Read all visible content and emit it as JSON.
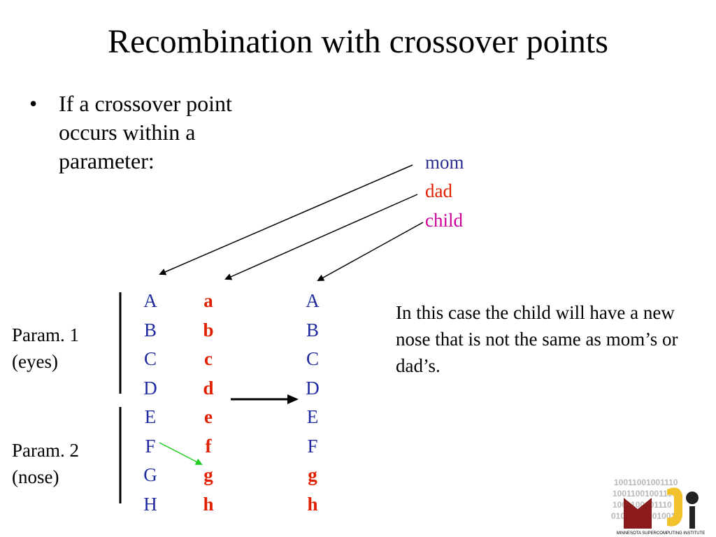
{
  "slide": {
    "title": "Recombination with crossover points",
    "bullet_symbol": "•",
    "bullet": "If a crossover point occurs within a parameter:"
  },
  "legend": {
    "mom": "mom",
    "dad": "dad",
    "child": "child"
  },
  "params": [
    {
      "name": "Param. 1",
      "sub": "(eyes)"
    },
    {
      "name": "Param. 2",
      "sub": "(nose)"
    }
  ],
  "genes": {
    "mom": [
      "A",
      "B",
      "C",
      "D",
      "E",
      "F",
      "G",
      "H"
    ],
    "dad": [
      "a",
      "b",
      "c",
      "d",
      "e",
      "f",
      "g",
      "h"
    ],
    "child": [
      "A",
      "B",
      "C",
      "D",
      "E",
      "F",
      "g",
      "h"
    ]
  },
  "note": "In this case the child will have a new nose that is not the same as mom’s or dad’s.",
  "logo": {
    "binary": [
      "10011001001110",
      "1001100100110",
      "1001100101110",
      "01001110101001"
    ],
    "caption": "MINNESOTA SUPERCOMPUTING INSTITUTE"
  },
  "colors": {
    "mom": "#2c2c8e",
    "dad": "#e02000",
    "child": "#cc0099",
    "gene_blue": "#1f2b9e",
    "crossover_arrow": "#22cc22",
    "logo_red": "#8b1a1a",
    "logo_yellow": "#f2c12e"
  }
}
